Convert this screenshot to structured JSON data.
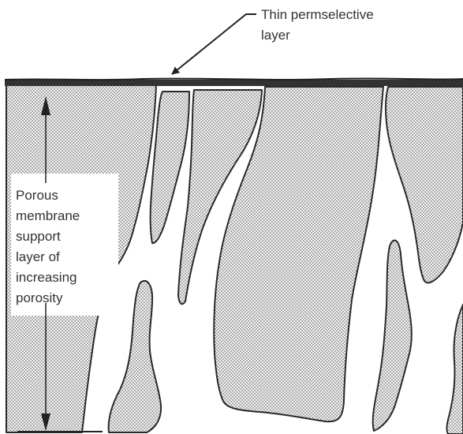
{
  "diagram": {
    "callout": {
      "lines": [
        "Thin permselective",
        "layer"
      ]
    },
    "side_label": {
      "lines": [
        "Porous",
        "membrane",
        "support",
        "layer of",
        "increasing",
        "porosity"
      ]
    }
  }
}
